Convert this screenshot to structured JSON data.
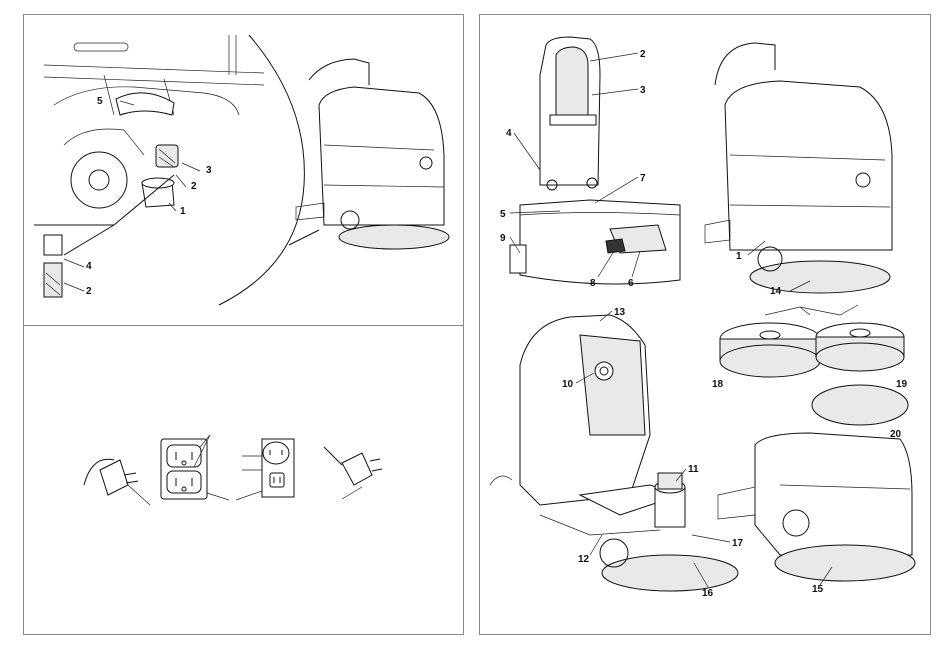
{
  "left_top_callouts": [
    "5",
    "3",
    "2",
    "1",
    "4",
    "2"
  ],
  "right_callouts": [
    "2",
    "3",
    "4",
    "7",
    "5",
    "9",
    "8",
    "6",
    "1",
    "14",
    "13",
    "10",
    "18",
    "19",
    "20",
    "11",
    "17",
    "12",
    "16",
    "15"
  ]
}
